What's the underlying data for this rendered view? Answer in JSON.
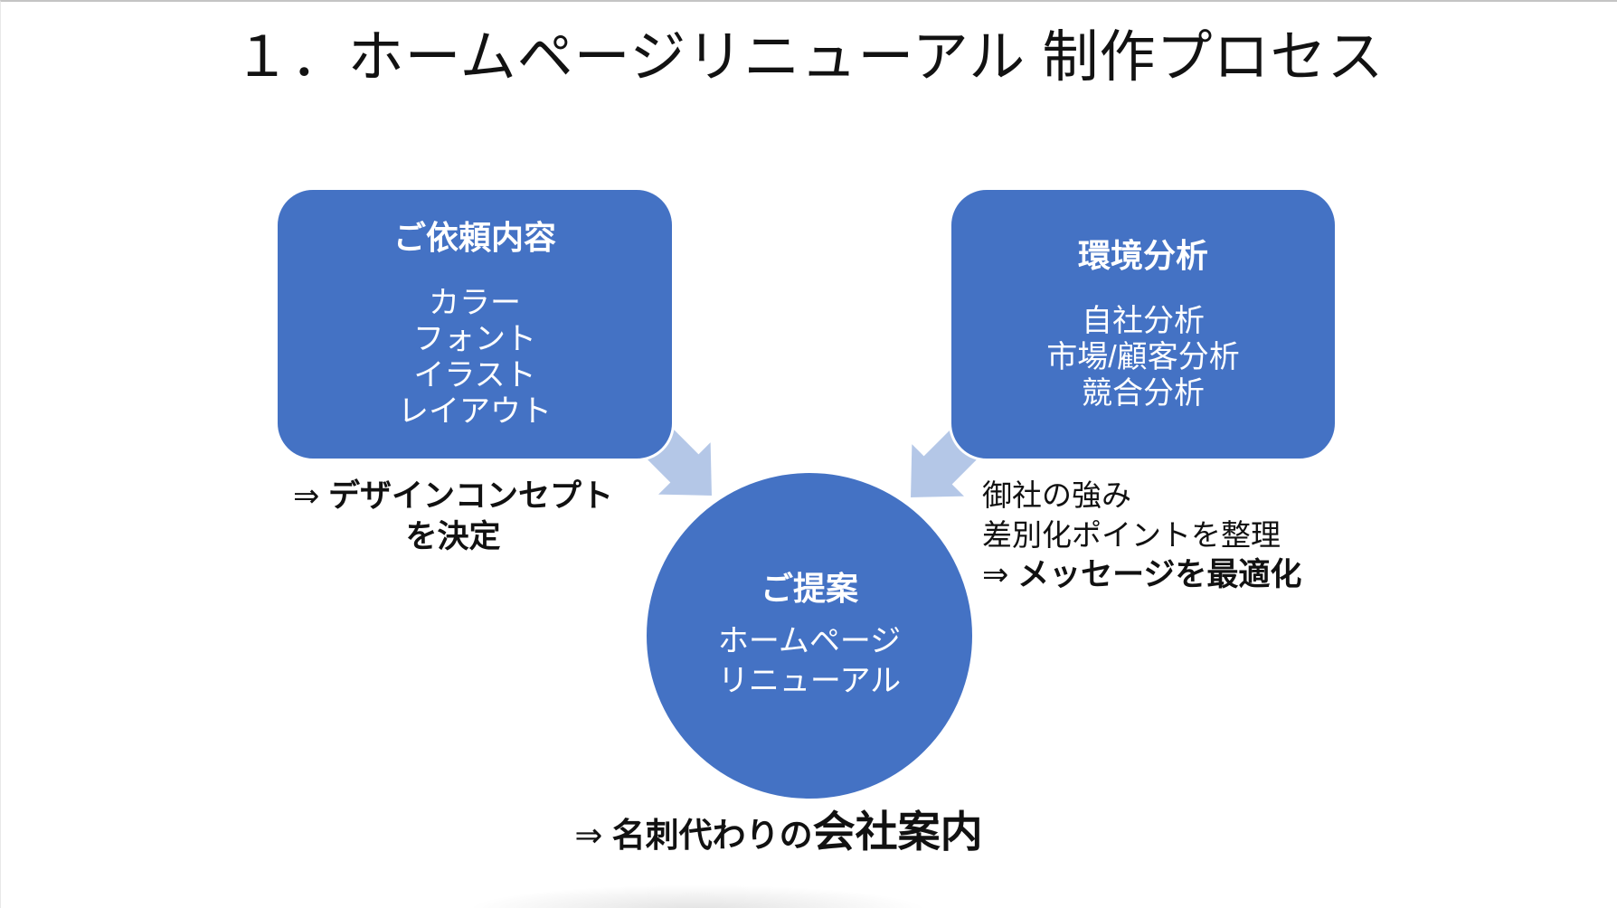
{
  "slide": {
    "title": "１．ホームページリニューアル 制作プロセス",
    "left_box": {
      "title": "ご依頼内容",
      "items": [
        "カラー",
        "フォント",
        "イラスト",
        "レイアウト"
      ]
    },
    "right_box": {
      "title": "環境分析",
      "items": [
        "自社分析",
        "市場/顧客分析",
        "競合分析"
      ]
    },
    "center_circle": {
      "title": "ご提案",
      "lines": [
        "ホームページ",
        "リニューアル"
      ]
    },
    "left_note": {
      "arrow": "⇒ ",
      "line1": "デザインコンセプト",
      "line2": "を決定"
    },
    "right_note": {
      "line1": "御社の強み",
      "line2": "差別化ポイントを整理",
      "arrow": "⇒ ",
      "line3_bold": "メッセージを最適化"
    },
    "bottom_note": {
      "arrow": "⇒ ",
      "bold": "名刺代わりの",
      "bold_large": "会社案内"
    },
    "colors": {
      "shape_fill": "#4472C4",
      "arrow_fill": "#B4C7E7",
      "text_on_shape": "#FFFFFF",
      "text": "#111111"
    }
  }
}
